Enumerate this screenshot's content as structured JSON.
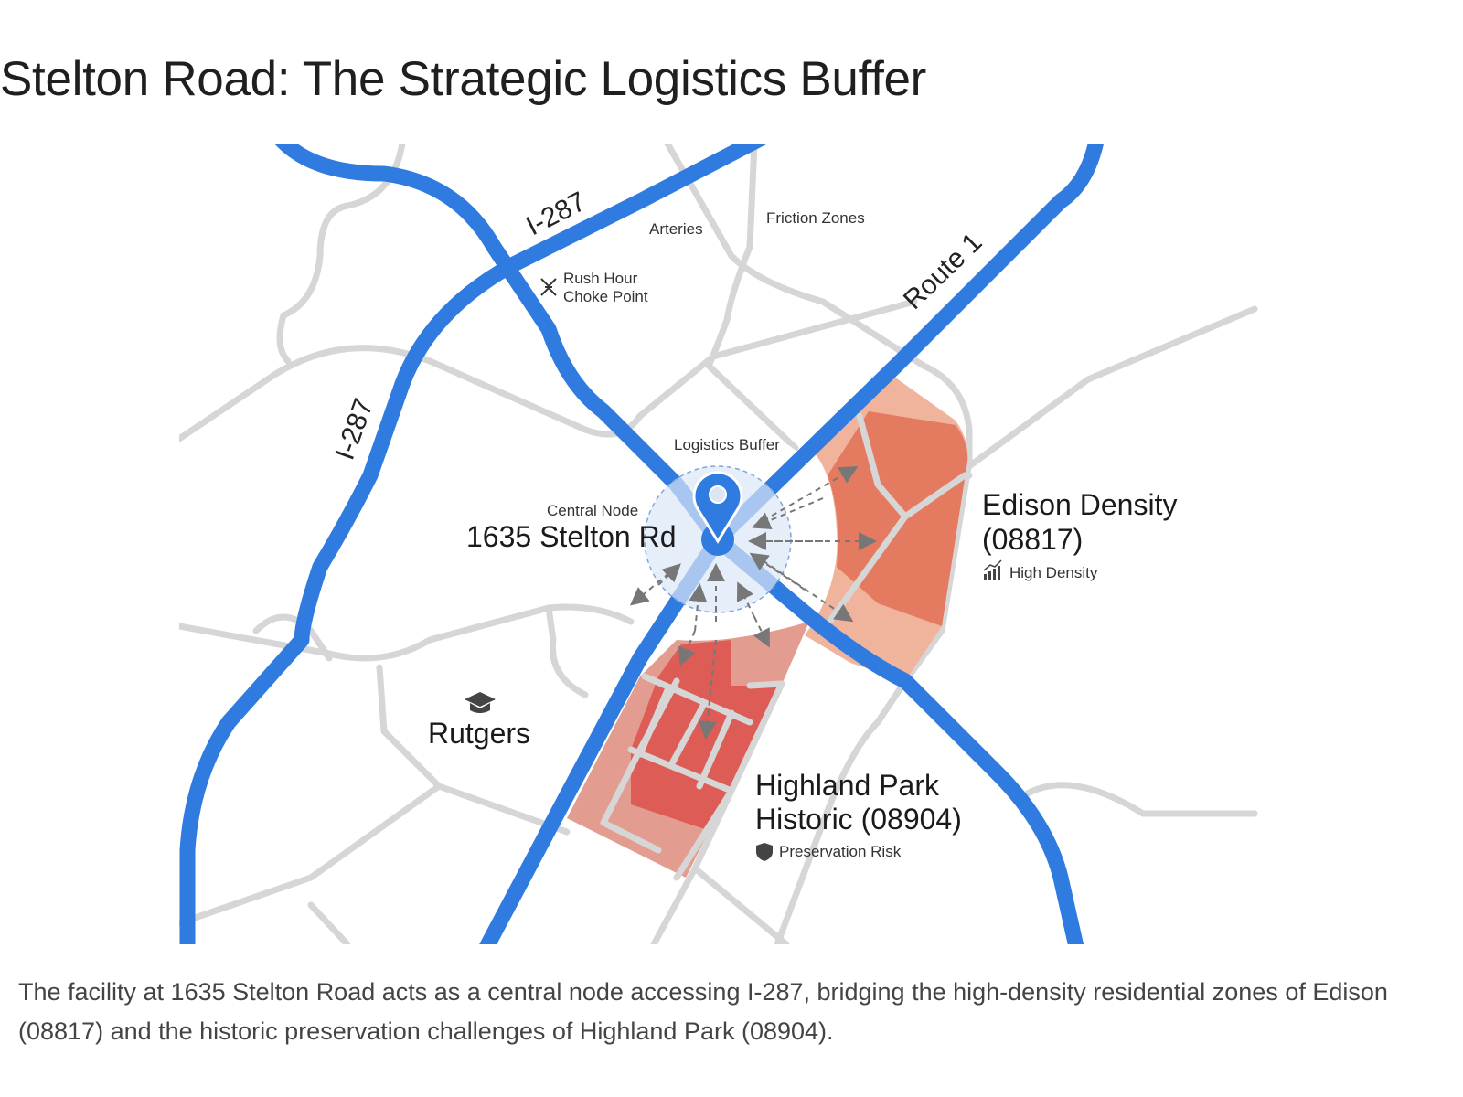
{
  "title": "Stelton Road: The Strategic Logistics Buffer",
  "map": {
    "highways": [
      "I-287",
      "I-287",
      "Route 1"
    ],
    "labels": {
      "arteries": "Arteries",
      "friction_zones": "Friction Zones",
      "rush_hour_line1": "Rush Hour",
      "rush_hour_line2": "Choke Point",
      "logistics_buffer": "Logistics Buffer",
      "central_node": "Central Node",
      "address": "1635 Stelton Rd",
      "edison_line1": "Edison Density",
      "edison_line2": "(08817)",
      "edison_badge": "High Density",
      "highland_line1": "Highland Park",
      "highland_line2": "Historic (08904)",
      "highland_badge": "Preservation Risk",
      "rutgers": "Rutgers"
    },
    "colors": {
      "highway": "#2f7be0",
      "edison_zone": "#e47a60",
      "highland_zone": "#dd5c55",
      "buffer": "#dbe7f7"
    }
  },
  "caption": "The facility at 1635 Stelton Road acts as a central node accessing I-287, bridging the high-density residential zones of Edison (08817) and the historic preservation challenges of Highland Park (08904)."
}
